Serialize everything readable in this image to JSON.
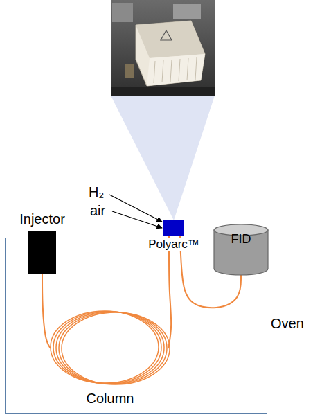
{
  "diagram": {
    "nodes": [
      {
        "text": [
          "Oven"
        ]
      },
      {
        "text": [
          "Injector"
        ],
        "in": 0
      },
      {
        "text": [
          "Polyarc™"
        ]
      },
      {
        "text": [
          "FID"
        ],
        "in": 0
      },
      {
        "text": [
          "Column"
        ],
        "in": 0
      }
    ],
    "edges": [
      {
        "from": 1,
        "to": 4,
        "arrow": "none"
      },
      {
        "from": 4,
        "to": 2,
        "arrow": "none"
      },
      {
        "from": 2,
        "to": 3,
        "arrow": "none"
      }
    ],
    "labels": [
      "H₂",
      "air"
    ]
  }
}
